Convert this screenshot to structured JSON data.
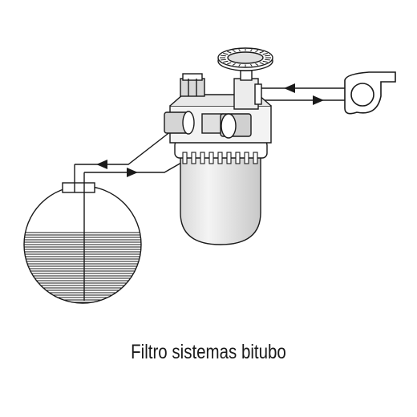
{
  "caption": "Filtro sistemas bitubo",
  "colors": {
    "line": "#1a1a1a",
    "fill_light": "#e6e6e6",
    "fill_mid": "#bdbdbd",
    "background": "#ffffff"
  },
  "components": [
    "tank-with-fuel",
    "fuel-filter",
    "pump",
    "suction-line",
    "return-line"
  ]
}
